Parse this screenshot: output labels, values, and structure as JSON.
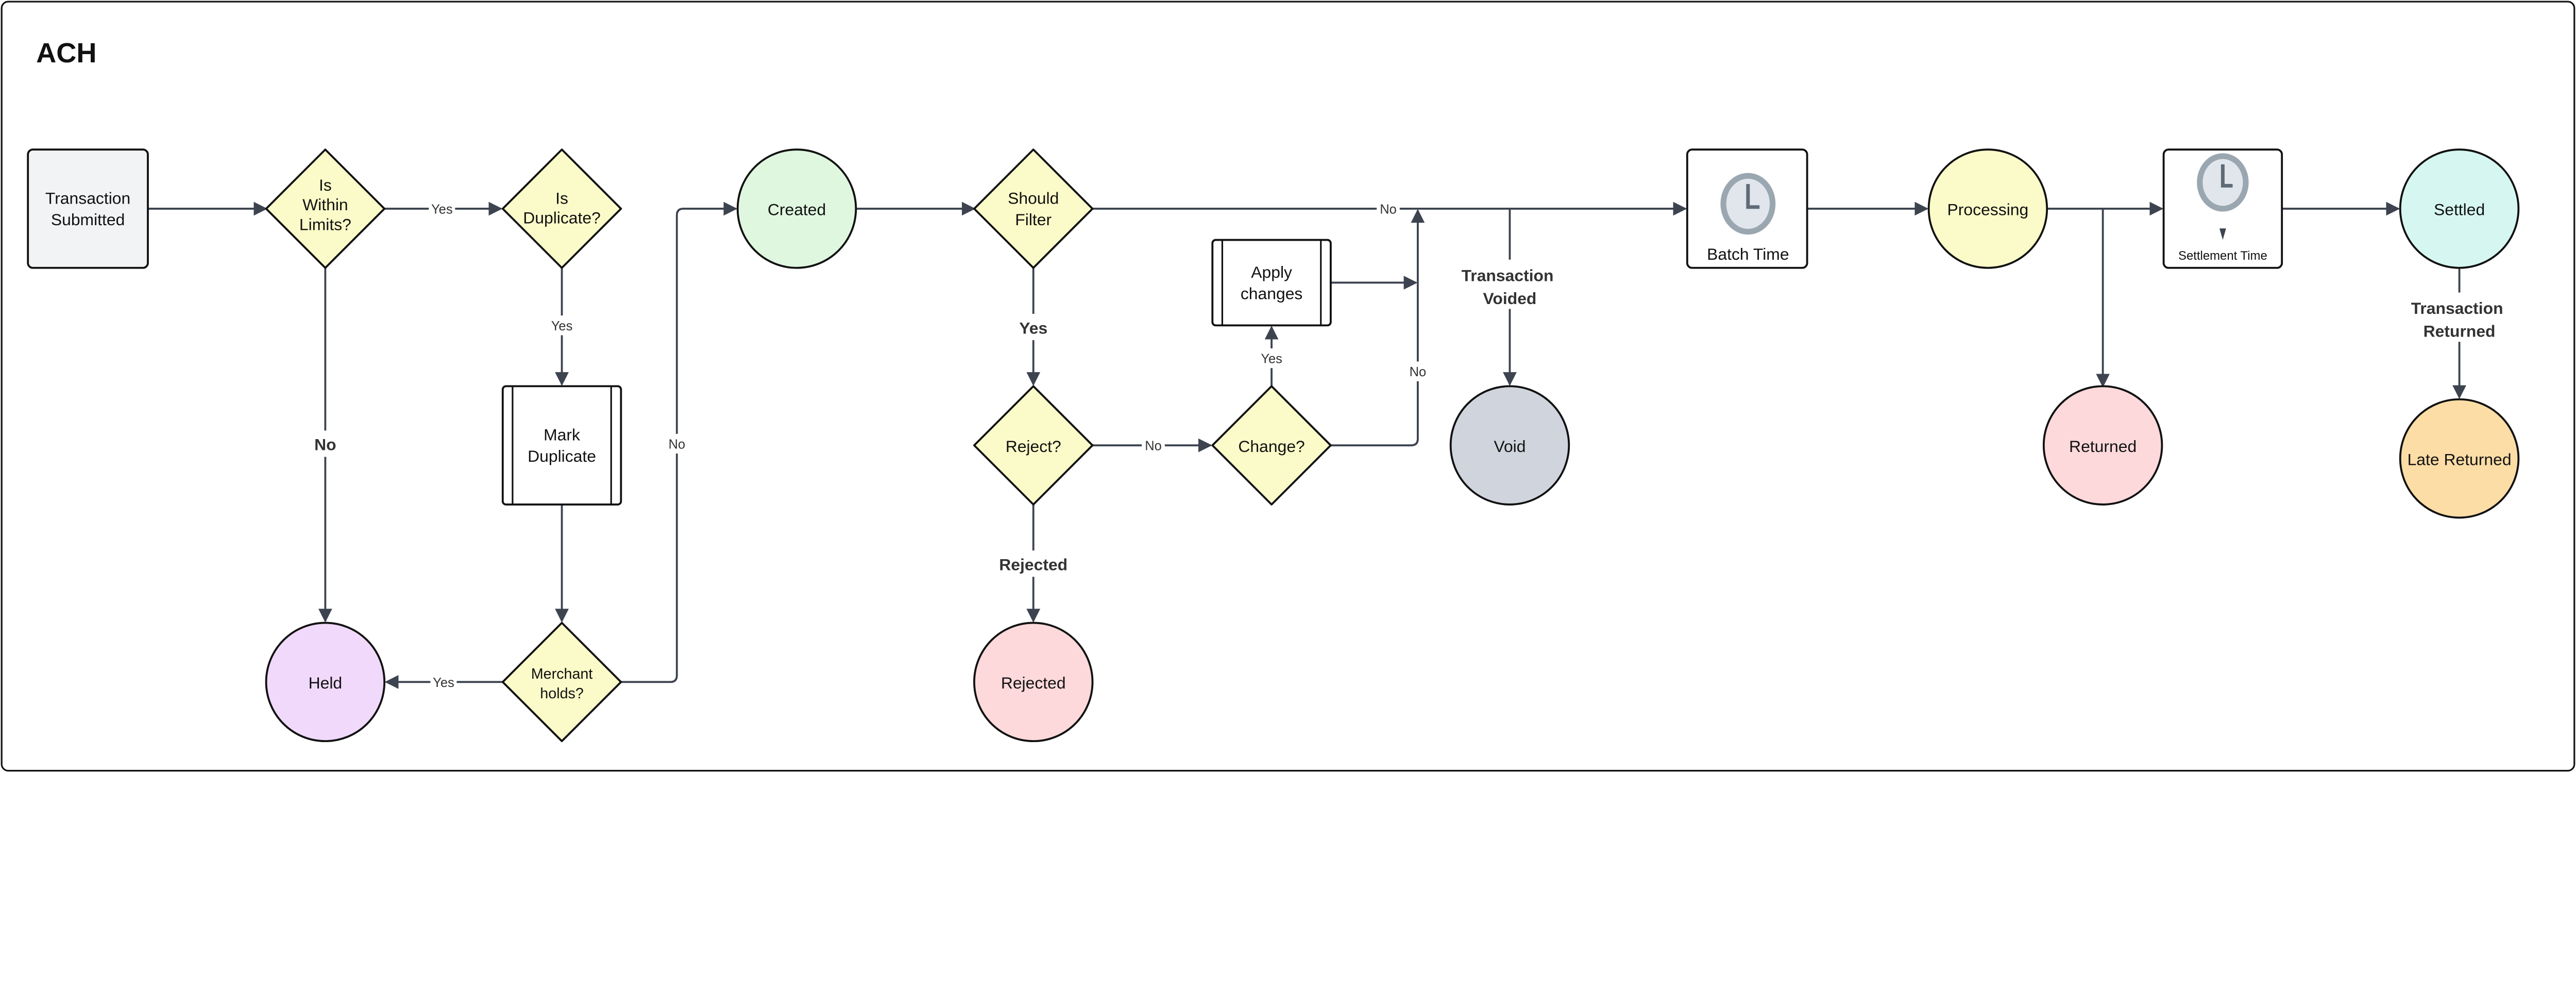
{
  "title": "ACH",
  "colors": {
    "start": "#f2f3f5",
    "decision": "#fbfbc9",
    "created": "#dff7df",
    "held": "#f0d9fb",
    "rejected": "#fdd9db",
    "void": "#d0d5dd",
    "processing": "#fbfbc9",
    "settled": "#d6f7f1",
    "returned": "#fdd9db",
    "late_returned": "#fddda6",
    "edge": "#3d4450",
    "clock": "#9aa6b0"
  },
  "nodes": {
    "transaction_submitted": [
      "Transaction",
      "Submitted"
    ],
    "is_within_limits": [
      "Is",
      "Within",
      "Limits?"
    ],
    "is_duplicate": [
      "Is",
      "Duplicate?"
    ],
    "mark_duplicate": [
      "Mark",
      "Duplicate"
    ],
    "merchant_holds": [
      "Merchant",
      "holds?"
    ],
    "held": "Held",
    "created": "Created",
    "should_filter": [
      "Should",
      "Filter"
    ],
    "reject": "Reject?",
    "rejected": "Rejected",
    "change": "Change?",
    "apply_changes": [
      "Apply",
      "changes"
    ],
    "void": "Void",
    "batch_time": "Batch Time",
    "processing": "Processing",
    "settlement_time": "Settlement Time",
    "settled": "Settled",
    "returned": "Returned",
    "late_returned": "Late Returned"
  },
  "edge_labels": {
    "within_yes": "Yes",
    "within_no": "No",
    "duplicate_yes": "Yes",
    "merchant_yes": "Yes",
    "merchant_no": "No",
    "filter_no": "No",
    "filter_yes": "Yes",
    "reject_yes": "Rejected",
    "reject_no": "No",
    "change_yes": "Yes",
    "change_no": "No",
    "voided": [
      "Transaction",
      "Voided"
    ],
    "late_return": [
      "Transaction",
      "Returned"
    ]
  }
}
